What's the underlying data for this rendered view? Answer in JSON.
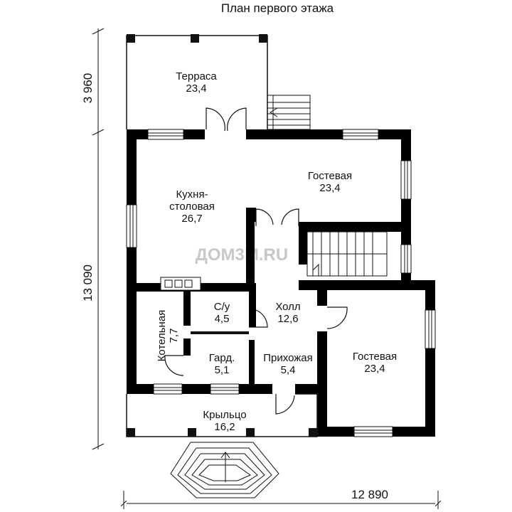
{
  "title": "План первого этажа",
  "watermark": "ДОМ3М.RU",
  "dimensions": {
    "terrace_depth": "3 960",
    "house_depth": "13 090",
    "total_width": "12 890"
  },
  "rooms": [
    {
      "id": "terrace",
      "name": "Терраса",
      "area": "23,4"
    },
    {
      "id": "kitchen",
      "name": "Кухня-\nстоловая",
      "area": "26,7"
    },
    {
      "id": "guest_top",
      "name": "Гостевая",
      "area": "23,4"
    },
    {
      "id": "wc",
      "name": "С/у",
      "area": "4,5"
    },
    {
      "id": "hall",
      "name": "Холл",
      "area": "12,6"
    },
    {
      "id": "boiler",
      "name": "Котельная",
      "area": "7,7"
    },
    {
      "id": "wardrobe",
      "name": "Гард.",
      "area": "5,1"
    },
    {
      "id": "entry",
      "name": "Прихожая",
      "area": "5,4"
    },
    {
      "id": "guest_bottom",
      "name": "Гостевая",
      "area": "23,4"
    },
    {
      "id": "porch",
      "name": "Крыльцо",
      "area": "16,2"
    }
  ]
}
